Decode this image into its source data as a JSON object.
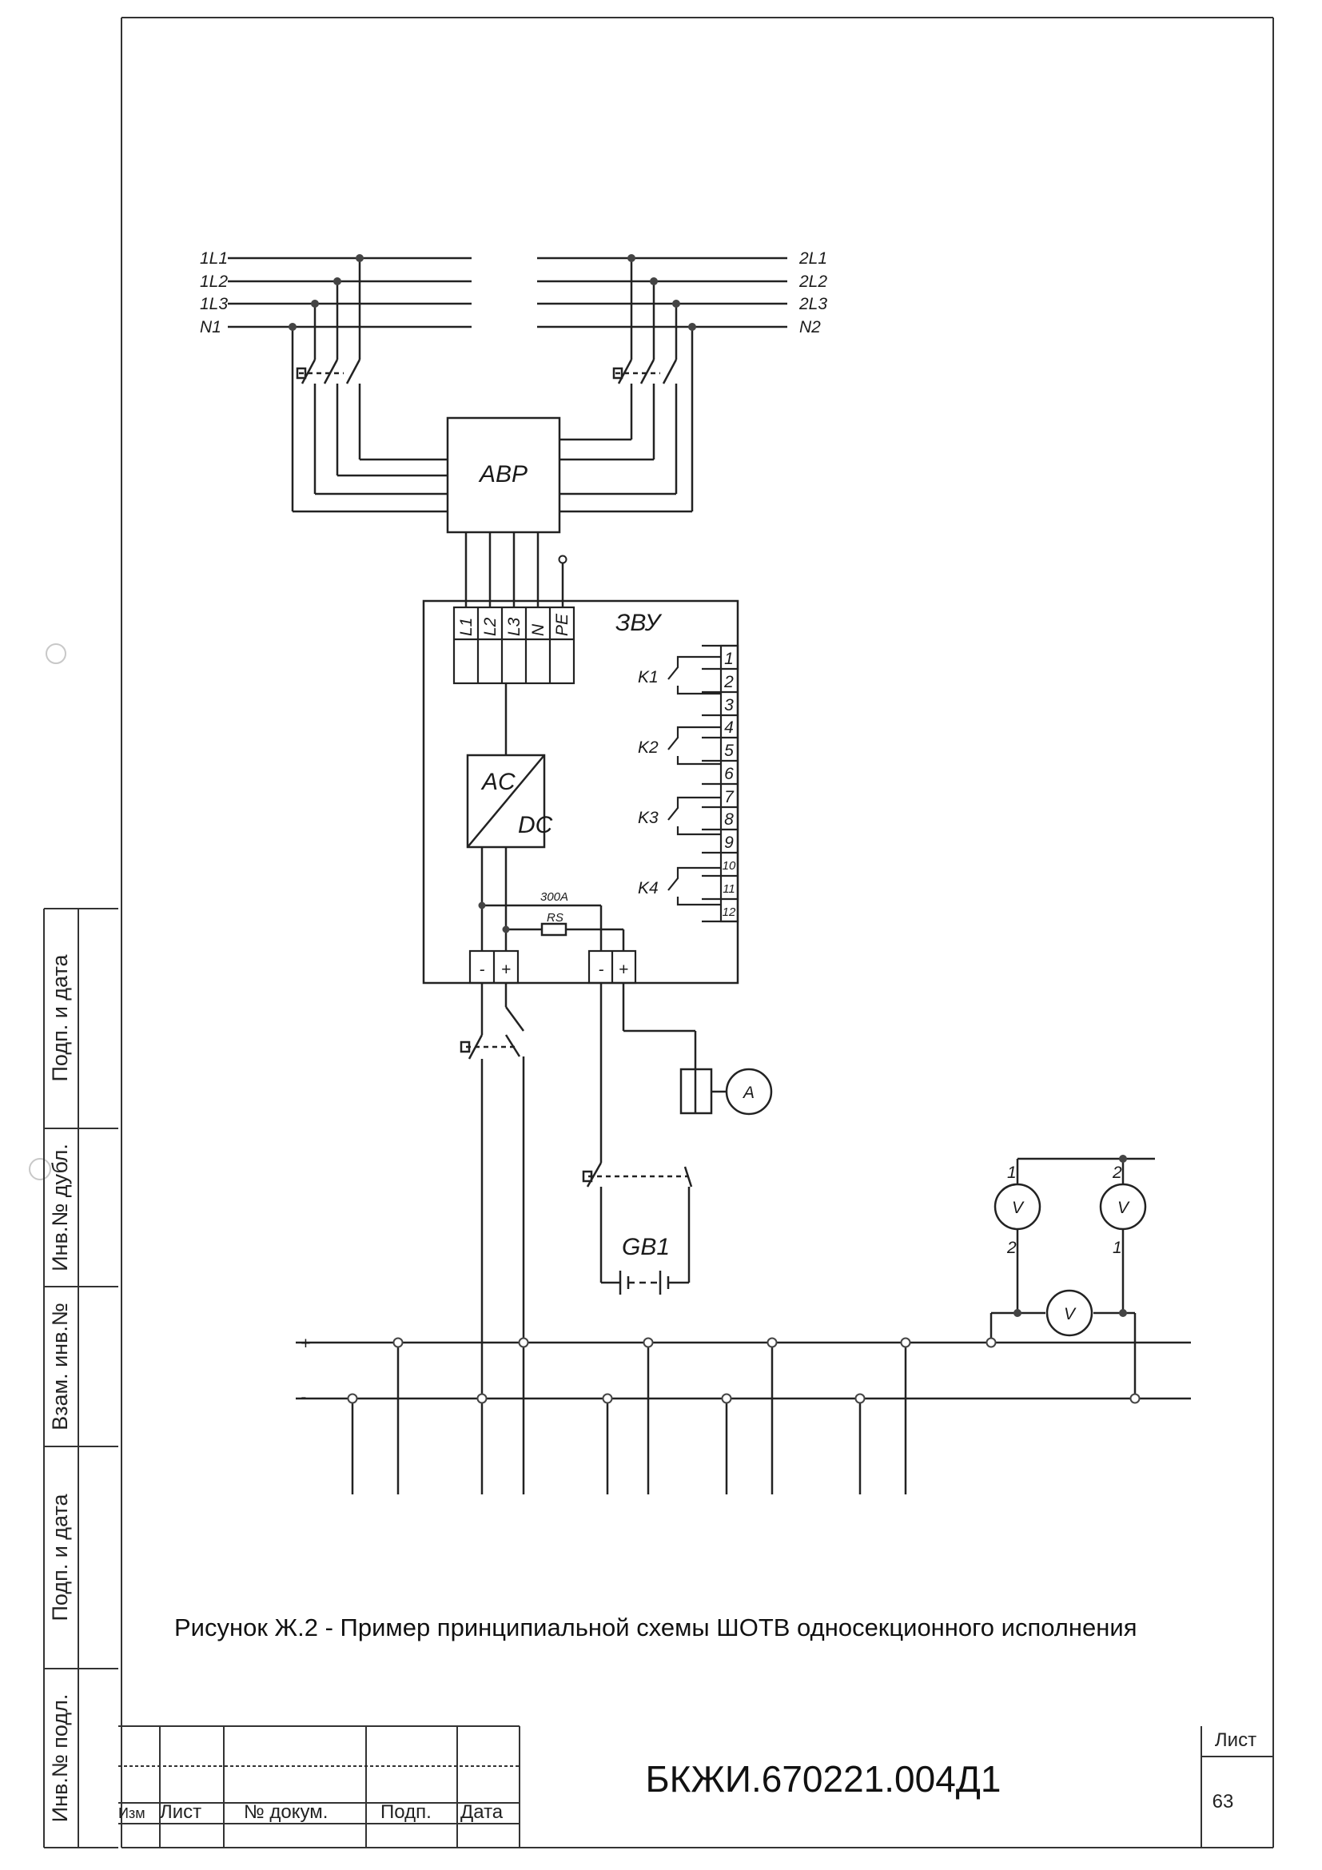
{
  "phases_left": [
    "1L1",
    "1L2",
    "1L3",
    "N1"
  ],
  "phases_right": [
    "2L1",
    "2L2",
    "2L3",
    "N2"
  ],
  "avr_label": "АВР",
  "zvu_label": "ЗВУ",
  "zvu_input_terminals": [
    "L1",
    "L2",
    "L3",
    "N",
    "PE"
  ],
  "converter": {
    "ac": "AC",
    "dc": "DC"
  },
  "relays": [
    "K1",
    "K2",
    "K3",
    "K4"
  ],
  "relay_terminals": [
    "1",
    "2",
    "3",
    "4",
    "5",
    "6",
    "7",
    "8",
    "9",
    "10",
    "11",
    "12"
  ],
  "shunt": {
    "rating": "300A",
    "name": "RS"
  },
  "dc_terminals": [
    "-",
    "+"
  ],
  "ammeter": "A",
  "battery": "GB1",
  "voltmeter": "V",
  "voltmeter_terminals": [
    "1",
    "2"
  ],
  "bus_labels": {
    "plus": "+",
    "minus": "-"
  },
  "caption": "Рисунок Ж.2 - Пример принципиальной схемы ШОТВ односекционного исполнения",
  "side_stamp": [
    "Подп. и дата",
    "Инв.№ дубл.",
    "Взам. инв.№",
    "Подп. и дата",
    "Инв.№ подл."
  ],
  "title_block": {
    "columns": [
      "Изм",
      "Лист",
      "№ докум.",
      "Подп.",
      "Дата"
    ],
    "doc_number": "БКЖИ.670221.004Д1",
    "sheet_label": "Лист",
    "sheet_number": "63"
  }
}
